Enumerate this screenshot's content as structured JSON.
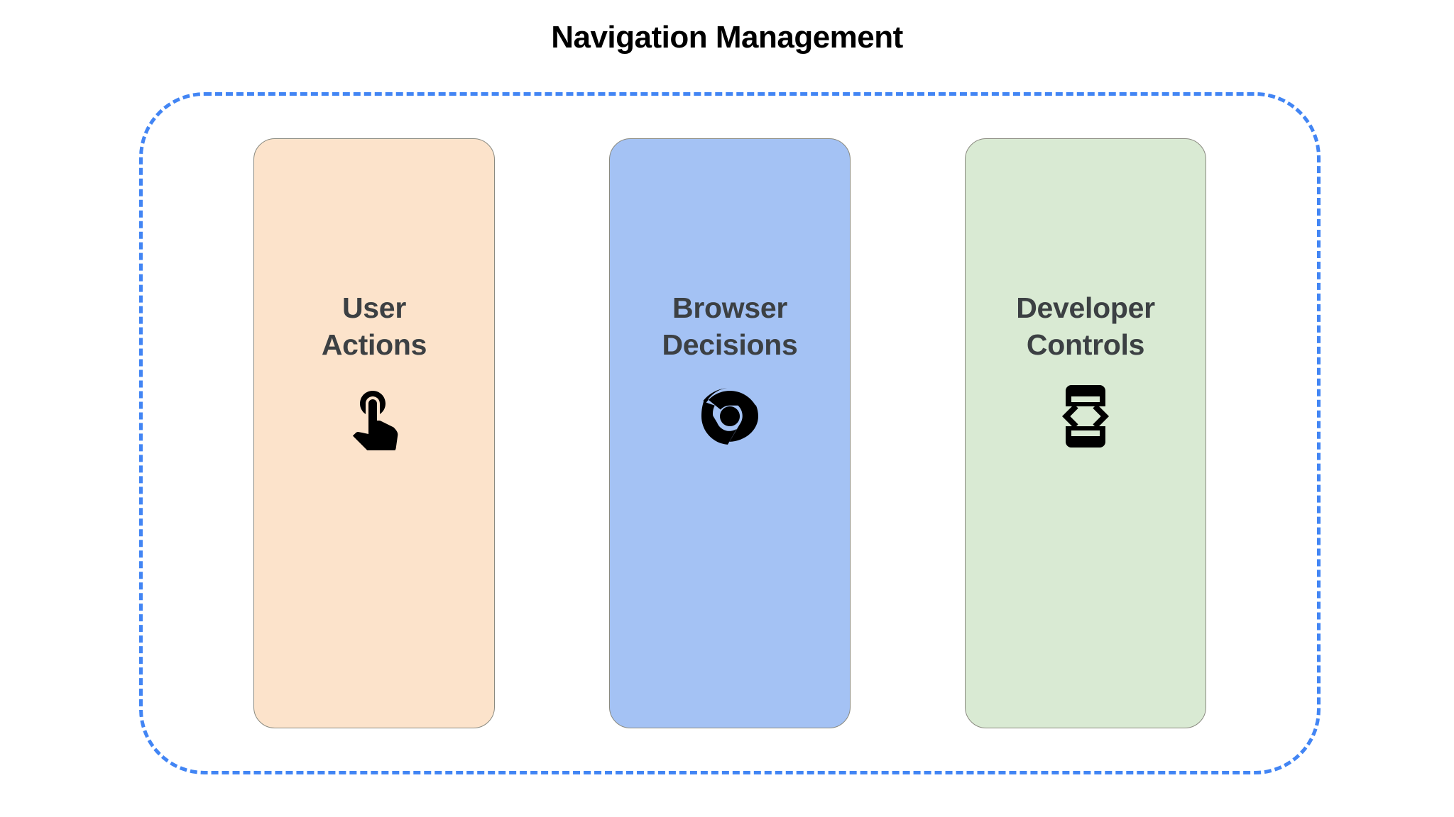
{
  "title": "Navigation Management",
  "container": {
    "name": "navigation-management-group",
    "border_color": "#4285F4",
    "border_style": "dashed"
  },
  "cards": [
    {
      "id": "user-actions",
      "label": "User\nActions",
      "line1": "User",
      "line2": "Actions",
      "bg_color": "#FCE3CB",
      "border_color": "#8a8a80",
      "text_color": "#3c4043",
      "icon": "touch-app-icon",
      "icon_color": "#000000"
    },
    {
      "id": "browser-decisions",
      "label": "Browser\nDecisions",
      "line1": "Browser",
      "line2": "Decisions",
      "bg_color": "#A4C2F4",
      "border_color": "#8a8a80",
      "text_color": "#3c4043",
      "icon": "chrome-logo-icon",
      "icon_color": "#000000"
    },
    {
      "id": "developer-controls",
      "label": "Developer\nControls",
      "line1": "Developer",
      "line2": "Controls",
      "bg_color": "#D9EAD3",
      "border_color": "#8a8a80",
      "text_color": "#3c4043",
      "icon": "developer-mode-icon",
      "icon_color": "#000000"
    }
  ]
}
